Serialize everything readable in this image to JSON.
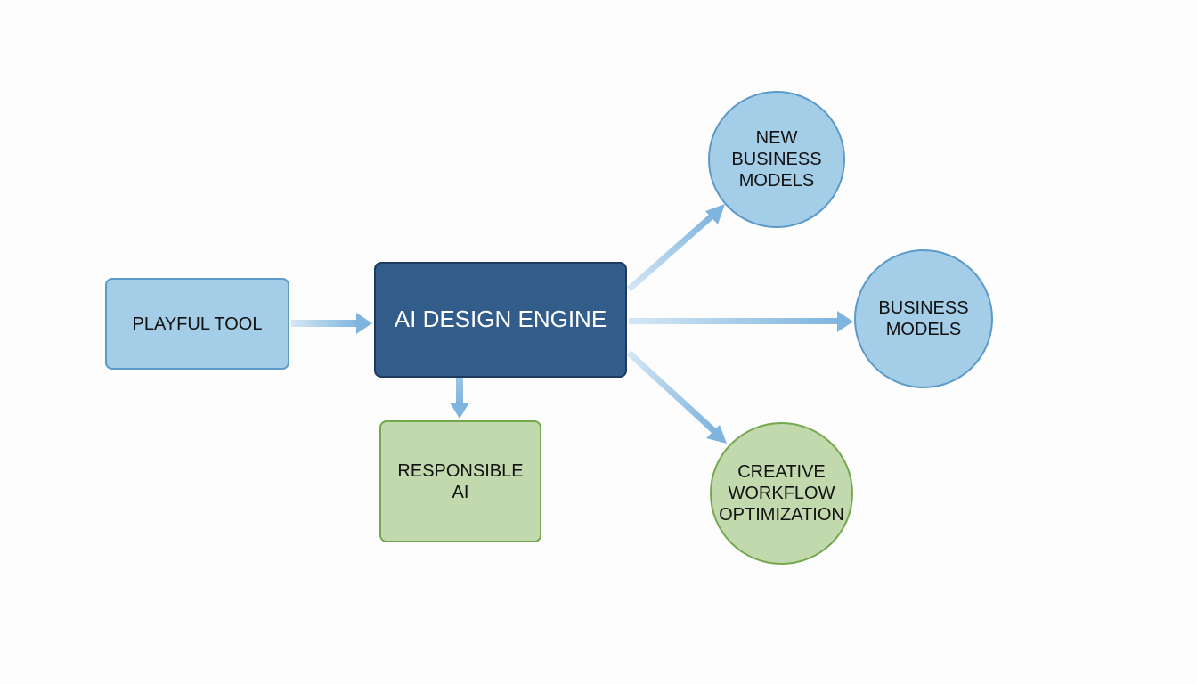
{
  "diagram": {
    "nodes": [
      {
        "id": "playful-tool",
        "label": "PLAYFUL TOOL"
      },
      {
        "id": "ai-design-engine",
        "label": "AI DESIGN ENGINE"
      },
      {
        "id": "responsible-ai",
        "label": "RESPONSIBLE\nAI"
      },
      {
        "id": "new-business-models",
        "label": "NEW\nBUSINESS\nMODELS"
      },
      {
        "id": "business-models",
        "label": "BUSINESS\nMODELS"
      },
      {
        "id": "creative-workflow-optimization",
        "label": "CREATIVE\nWORKFLOW\nOPTIMIZATION"
      }
    ],
    "edges": [
      {
        "from": "playful-tool",
        "to": "ai-design-engine"
      },
      {
        "from": "ai-design-engine",
        "to": "responsible-ai"
      },
      {
        "from": "ai-design-engine",
        "to": "new-business-models"
      },
      {
        "from": "ai-design-engine",
        "to": "business-models"
      },
      {
        "from": "ai-design-engine",
        "to": "creative-workflow-optimization"
      }
    ],
    "colors": {
      "light_blue": "#a4cde8",
      "dark_blue": "#325c8a",
      "light_green": "#c2d9ad",
      "arrow": "#7fb4de"
    }
  }
}
